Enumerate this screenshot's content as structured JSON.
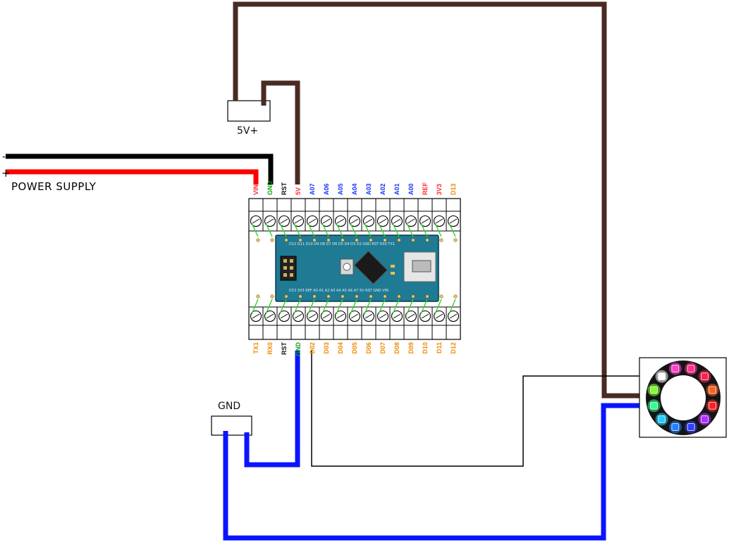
{
  "labels": {
    "power_supply": "POWER SUPPLY",
    "minus": "-",
    "plus": "+",
    "node_5v": "5V+",
    "node_gnd": "GND"
  },
  "board": {
    "top_pins": [
      {
        "label": "VIN",
        "color": "#ff2a2a"
      },
      {
        "label": "GND",
        "color": "#159e15"
      },
      {
        "label": "RST",
        "color": "#111111"
      },
      {
        "label": "5V",
        "color": "#ff2a2a"
      },
      {
        "label": "A07",
        "color": "#1a36ff"
      },
      {
        "label": "A06",
        "color": "#1a36ff"
      },
      {
        "label": "A05",
        "color": "#1a36ff"
      },
      {
        "label": "A04",
        "color": "#1a36ff"
      },
      {
        "label": "A03",
        "color": "#1a36ff"
      },
      {
        "label": "A02",
        "color": "#1a36ff"
      },
      {
        "label": "A01",
        "color": "#1a36ff"
      },
      {
        "label": "A00",
        "color": "#1a36ff"
      },
      {
        "label": "REF",
        "color": "#ff2a2a"
      },
      {
        "label": "3V3",
        "color": "#ff2a2a"
      },
      {
        "label": "D13",
        "color": "#f08a00"
      }
    ],
    "bottom_pins": [
      {
        "label": "TX1",
        "color": "#f08a00"
      },
      {
        "label": "RX0",
        "color": "#f08a00"
      },
      {
        "label": "RST",
        "color": "#111111"
      },
      {
        "label": "GND",
        "color": "#159e15"
      },
      {
        "label": "D02",
        "color": "#f08a00"
      },
      {
        "label": "D03",
        "color": "#f08a00"
      },
      {
        "label": "D04",
        "color": "#f08a00"
      },
      {
        "label": "D05",
        "color": "#f08a00"
      },
      {
        "label": "D06",
        "color": "#f08a00"
      },
      {
        "label": "D07",
        "color": "#f08a00"
      },
      {
        "label": "D08",
        "color": "#f08a00"
      },
      {
        "label": "D09",
        "color": "#f08a00"
      },
      {
        "label": "D10",
        "color": "#f08a00"
      },
      {
        "label": "D11",
        "color": "#f08a00"
      },
      {
        "label": "D12",
        "color": "#f08a00"
      }
    ],
    "pcb_color": "#1f7a93",
    "pcb_text_top": "D12 D11 D10 D9 D8 D7 D6 D5 D4 D3 D2 GND RST RX0 TX1",
    "pcb_text_bottom": "D13 3V3 REF A0 A1 A2 A3 A4 A5 A6 A7 5V RST GND VIN"
  },
  "wires": {
    "brown": "#4a2a22",
    "blue": "#0a14ff",
    "red": "#ff0000",
    "black": "#000000",
    "signal": "#000000"
  },
  "ring": {
    "led_colors": [
      "#ff2020",
      "#b030ff",
      "#3040ff",
      "#2080ff",
      "#20d0ff",
      "#30ff90",
      "#80ff30",
      "#ffffff",
      "#ff40d0",
      "#ff3090",
      "#ff2050",
      "#ff6020"
    ]
  }
}
